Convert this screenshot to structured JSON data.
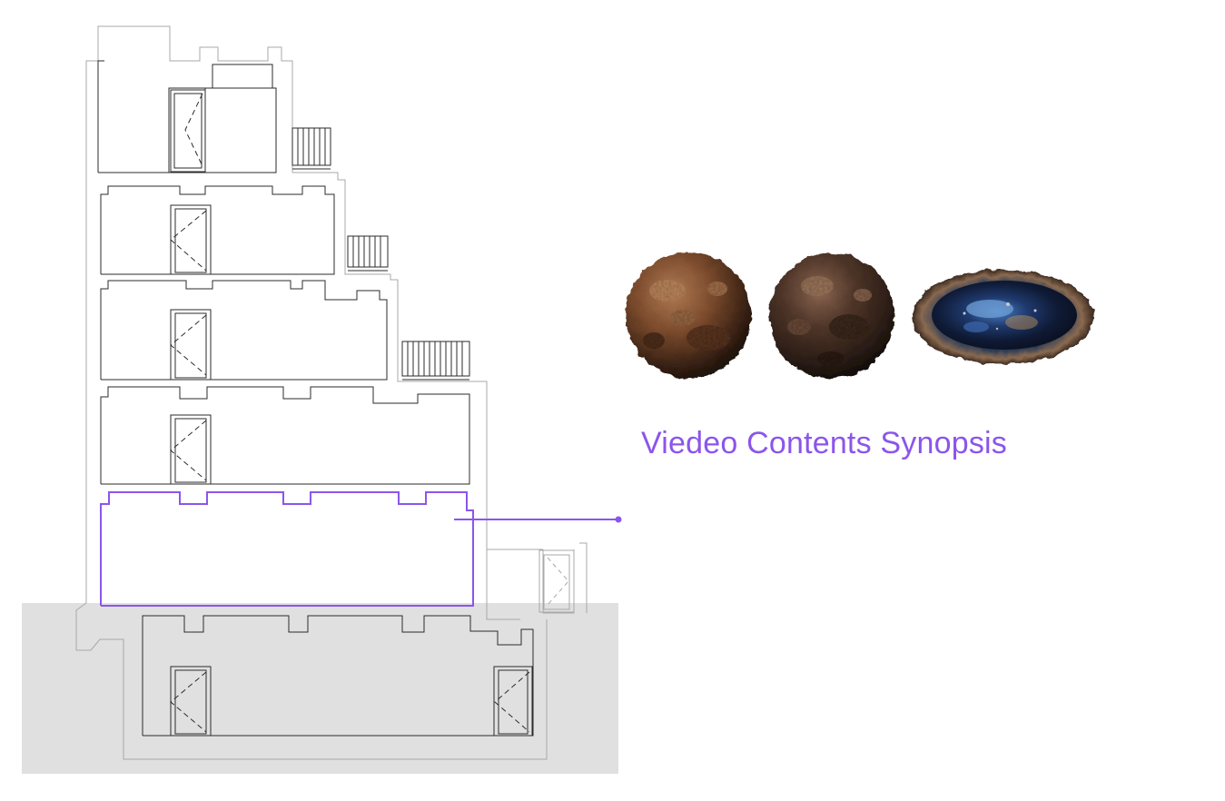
{
  "diagram": {
    "title": "Viedeo Contents Synopsis",
    "highlight_color": "#8b55ec",
    "ground_color": "#e0e0e0",
    "line_color": "#2b2b2b",
    "light_line_color": "#9c9c9c",
    "objects": [
      {
        "name": "rock-sphere-image"
      },
      {
        "name": "dark-rock-sphere-image"
      },
      {
        "name": "crater-bowl-image"
      }
    ]
  }
}
